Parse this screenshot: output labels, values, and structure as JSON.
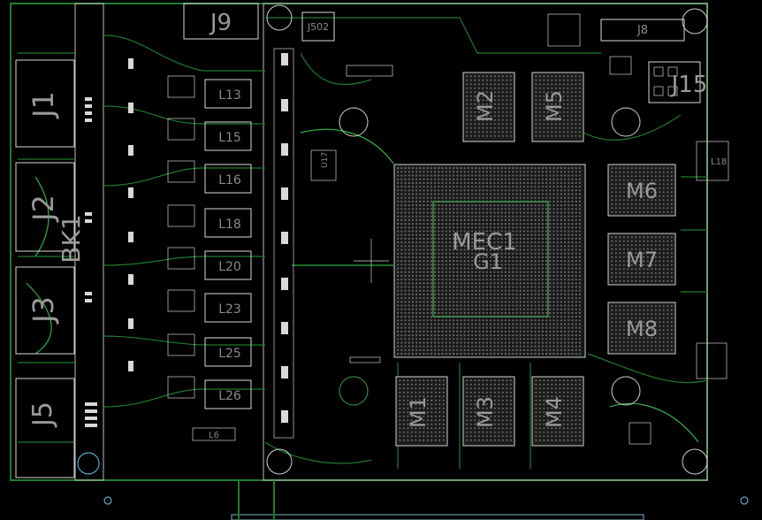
{
  "connectors": {
    "j1": "J1",
    "j2": "J2",
    "j3": "J3",
    "j5": "J5",
    "j8": "J8",
    "j9": "J9",
    "j15": "J15",
    "j502": "J502",
    "bk1": "BK1"
  },
  "memory": {
    "m1": "M1",
    "m2": "M2",
    "m3": "M3",
    "m4": "M4",
    "m5": "M5",
    "m6": "M6",
    "m7": "M7",
    "m8": "M8"
  },
  "gpu": {
    "line1": "MEC1",
    "line2": "G1"
  },
  "inductors": [
    "L13",
    "L15",
    "L16",
    "L18",
    "L20",
    "L23",
    "L25",
    "L26"
  ],
  "small_labels": {
    "l6": "L6",
    "l18b": "L18",
    "u17": "U17"
  },
  "colors": {
    "background": "#000000",
    "silkscreen": "#d8d8d8",
    "trace": "#1f7a2e",
    "trace_bright": "#2fae45",
    "label": "#8a8a8a",
    "mount_hole": "#5aa5c9"
  }
}
